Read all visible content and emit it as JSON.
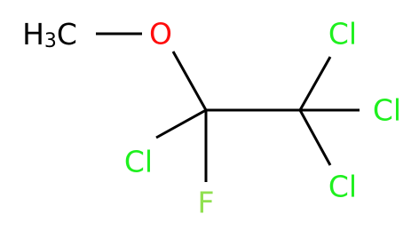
{
  "molecule": {
    "colors": {
      "carbon": "#000000",
      "oxygen": "#FF0D0D",
      "chlorine": "#1FF01F",
      "fluorine": "#90E050"
    },
    "atoms": {
      "methyl": {
        "main": "H",
        "sub": "3",
        "tail": "C"
      },
      "oxygen": "O",
      "chlorine_1": "Cl",
      "chlorine_2": "Cl",
      "chlorine_3": "Cl",
      "chlorine_4": "Cl",
      "fluorine": "F"
    }
  }
}
